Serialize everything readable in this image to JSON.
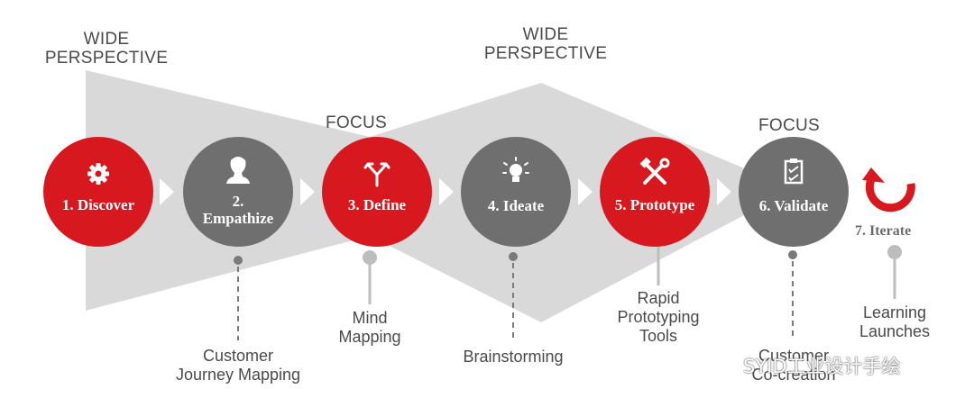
{
  "headings": {
    "wide_1": [
      "WIDE",
      "PERSPECTIVE"
    ],
    "focus_1": "FOCUS",
    "wide_2": [
      "WIDE",
      "PERSPECTIVE"
    ],
    "focus_2": "FOCUS"
  },
  "steps": [
    {
      "label": [
        "1. Discover"
      ],
      "color": "#d7191f",
      "icon": "gear-icon"
    },
    {
      "label": [
        "2.",
        "Empathize"
      ],
      "color": "#6f6f6f",
      "icon": "person-icon"
    },
    {
      "label": [
        "3. Define"
      ],
      "color": "#d7191f",
      "icon": "split-arrows-icon"
    },
    {
      "label": [
        "4. Ideate"
      ],
      "color": "#6f6f6f",
      "icon": "lightbulb-icon"
    },
    {
      "label": [
        "5. Prototype"
      ],
      "color": "#d7191f",
      "icon": "tools-icon"
    },
    {
      "label": [
        "6. Validate"
      ],
      "color": "#6f6f6f",
      "icon": "clipboard-icon"
    }
  ],
  "iterate": {
    "label": "7. Iterate",
    "color": "#d7191f",
    "icon": "cycle-arrow-icon"
  },
  "methods": [
    [
      "Customer",
      "Journey Mapping"
    ],
    [
      "Mind",
      "Mapping"
    ],
    [
      "Brainstorming"
    ],
    [
      "Rapid",
      "Prototyping",
      "Tools"
    ],
    [
      "Customer",
      "Co-creation"
    ],
    [
      "Learning",
      "Launches"
    ]
  ],
  "watermark": "SYID工业设计手绘",
  "colors": {
    "red": "#d7191f",
    "grey": "#6f6f6f",
    "band": "#d9d9d9",
    "dot": "#bdbdbd",
    "text": "#4a4a4a"
  }
}
